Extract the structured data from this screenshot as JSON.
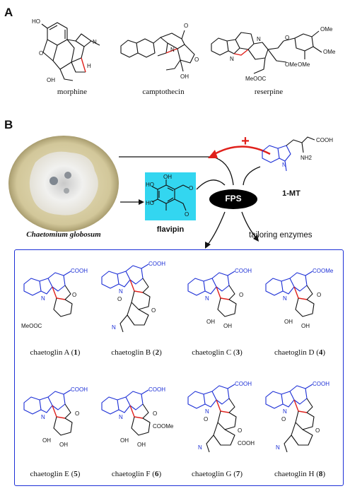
{
  "panel_a": {
    "letter": "A",
    "compounds": [
      {
        "name": "morphine"
      },
      {
        "name": "camptothecin"
      },
      {
        "name": "reserpine"
      }
    ],
    "atoms": {
      "ho": "HO",
      "o": "O",
      "oh": "OH",
      "n": "N",
      "h": "H",
      "nh": "H",
      "ome": "OMe",
      "meooc": "MeOOC",
      "o2": "O"
    }
  },
  "panel_b": {
    "letter": "B",
    "fungus_label": "Chaetomium globosum",
    "flavipin_label": "flavipin",
    "enzyme_label": "FPS",
    "mt_label": "1-MT",
    "mt_atoms": {
      "cooh": "COOH",
      "nh2": "NH2",
      "n": "N"
    },
    "plus_sign": "+",
    "tailoring_label": "tailoring enzymes",
    "colors": {
      "flavipin_box": "#33d6f0",
      "accent_blue": "#1c2fd6",
      "arrow_red": "#e0201b",
      "enzyme_fill": "#000000"
    }
  },
  "products": [
    {
      "name": "chaetoglin A",
      "number": "1"
    },
    {
      "name": "chaetoglin B",
      "number": "2"
    },
    {
      "name": "chaetoglin C",
      "number": "3"
    },
    {
      "name": "chaetoglin D",
      "number": "4"
    },
    {
      "name": "chaetoglin E",
      "number": "5"
    },
    {
      "name": "chaetoglin F",
      "number": "6"
    },
    {
      "name": "chaetoglin G",
      "number": "7"
    },
    {
      "name": "chaetoglin H",
      "number": "8"
    }
  ],
  "product_atoms": {
    "cooh": "COOH",
    "coome": "COOMe",
    "oh": "OH",
    "o": "O",
    "n": "N",
    "meooc": "MeOOC"
  }
}
